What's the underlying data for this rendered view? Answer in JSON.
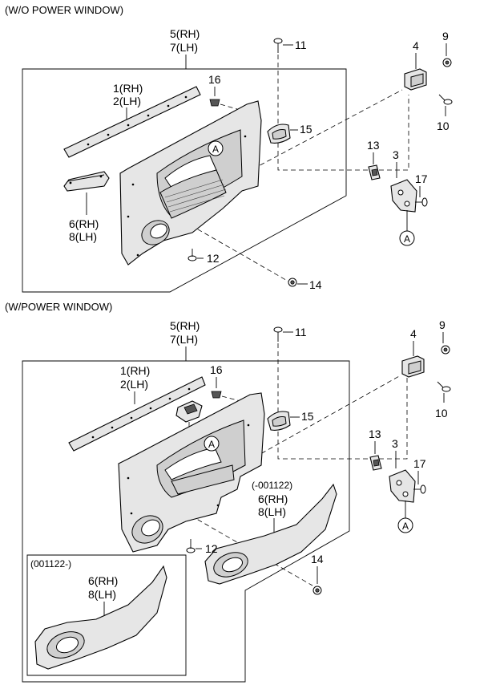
{
  "sections": {
    "top_title": "(W/O POWER WINDOW)",
    "bottom_title": "(W/POWER WINDOW)"
  },
  "top": {
    "l5": "5(RH)",
    "l7": "7(LH)",
    "l11": "11",
    "l4": "4",
    "l9": "9",
    "l10": "10",
    "l16": "16",
    "l1": "1(RH)",
    "l2": "2(LH)",
    "l15": "15",
    "lA1": "A",
    "l13": "13",
    "l3": "3",
    "l17": "17",
    "lA2": "A",
    "l6": "6(RH)",
    "l8": "8(LH)",
    "l12": "12",
    "l14": "14"
  },
  "bottom": {
    "l5": "5(RH)",
    "l7": "7(LH)",
    "l11": "11",
    "l4": "4",
    "l9": "9",
    "l10": "10",
    "l16": "16",
    "l1": "1(RH)",
    "l2": "2(LH)",
    "l15": "15",
    "lA1": "A",
    "l13": "13",
    "l3": "3",
    "l17": "17",
    "lA2": "A",
    "date_upto": "(-001122)",
    "l6": "6(RH)",
    "l8": "8(LH)",
    "l12": "12",
    "l14": "14",
    "date_from": "(001122-)",
    "l6b": "6(RH)",
    "l8b": "8(LH)"
  }
}
